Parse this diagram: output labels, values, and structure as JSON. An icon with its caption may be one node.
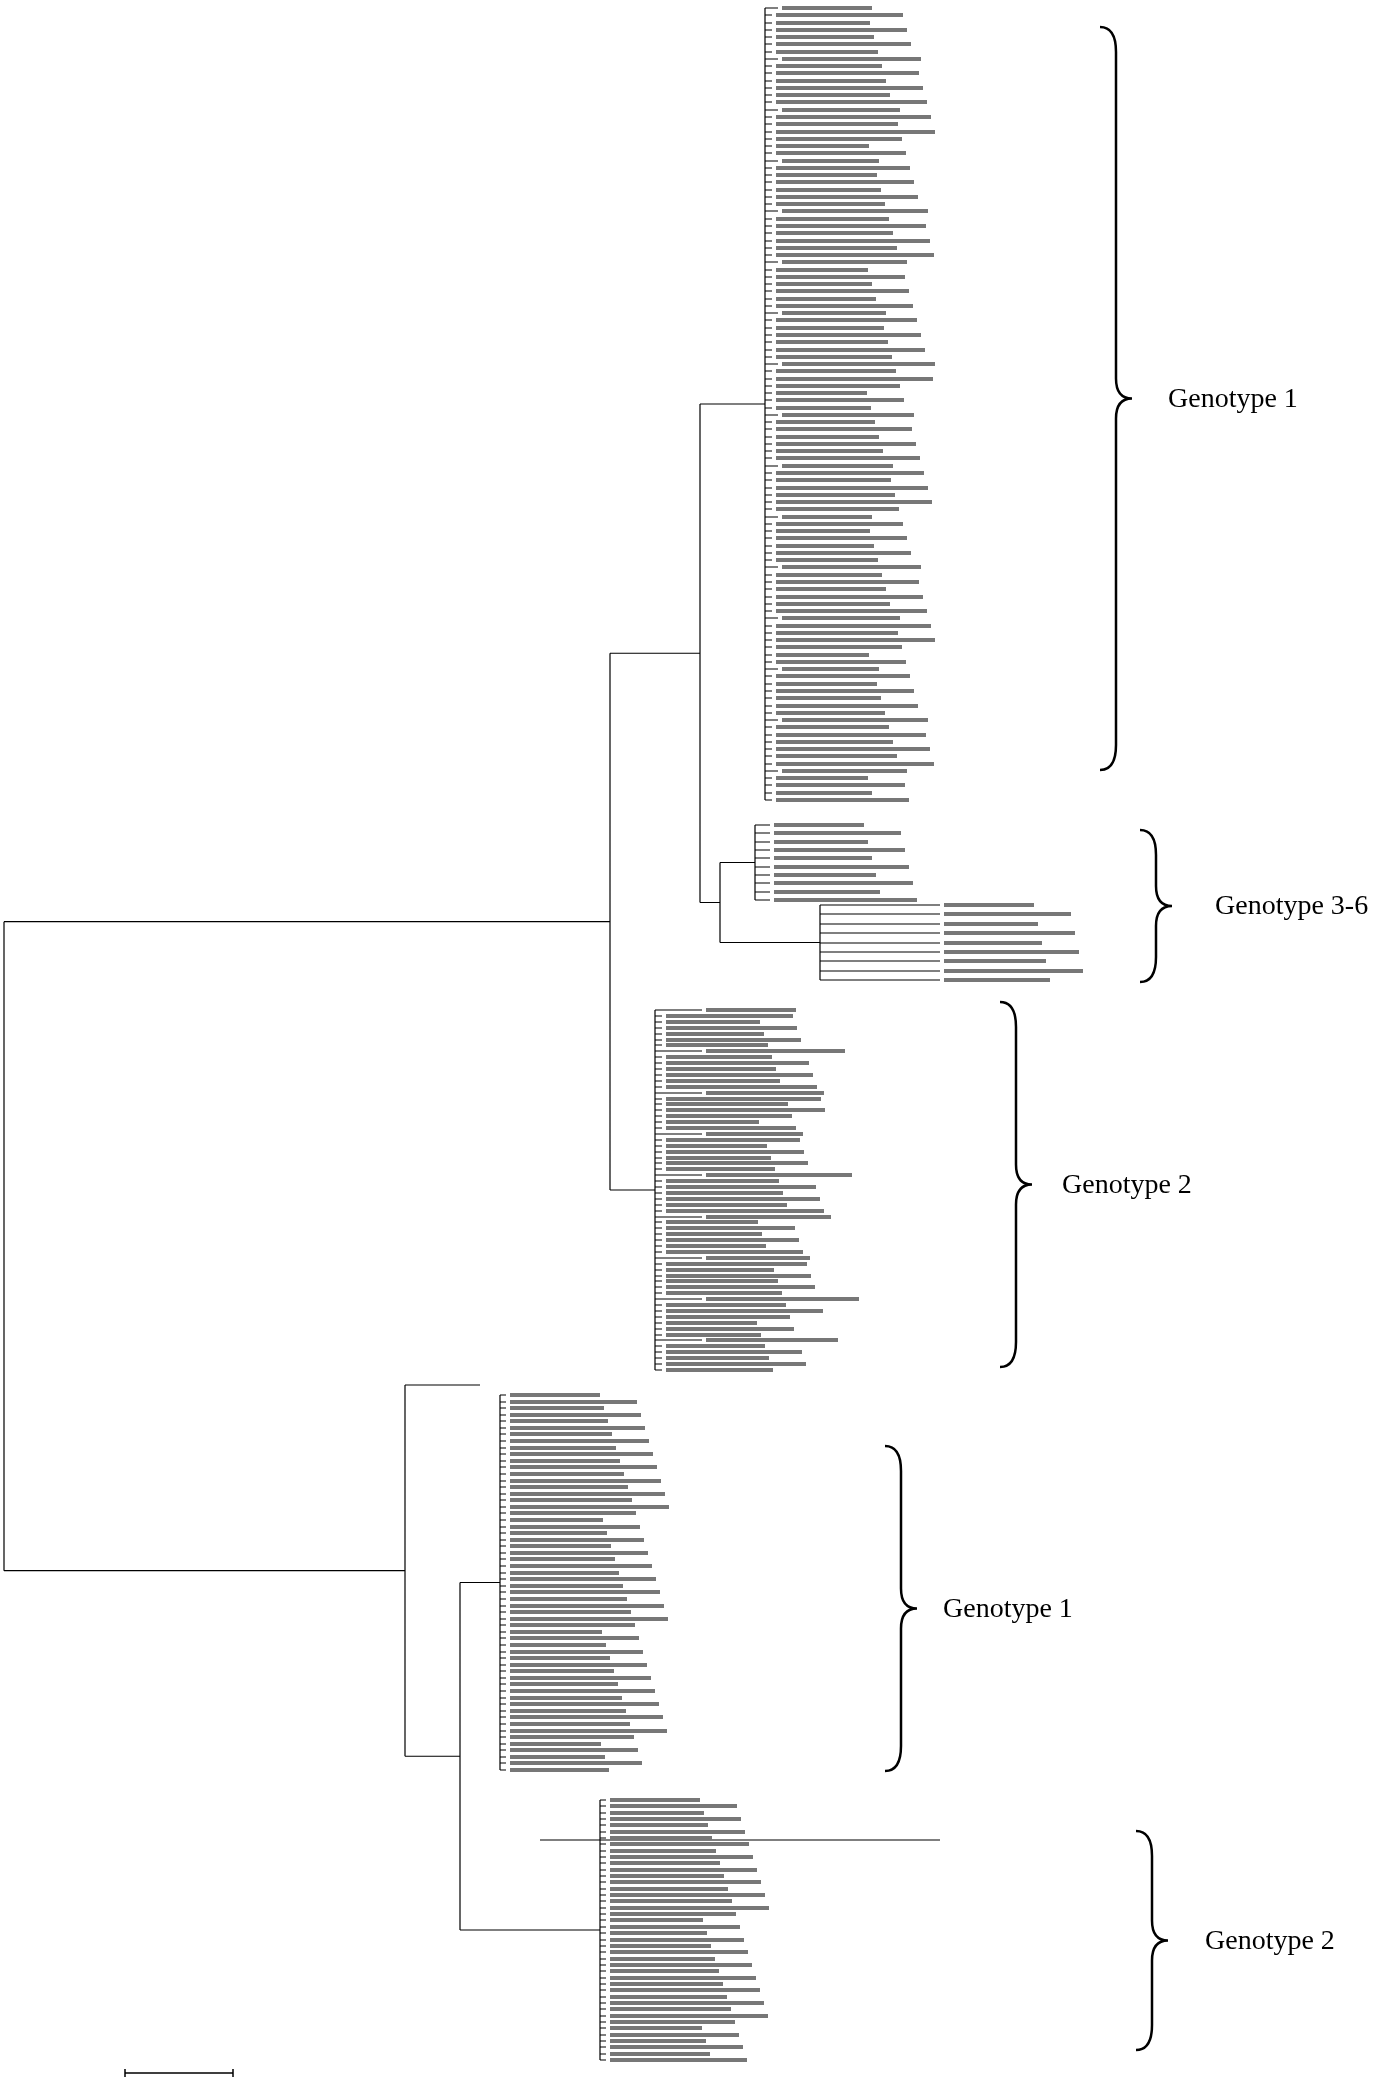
{
  "diagram": {
    "labels": [
      "Genotype 1",
      "Genotype 3-6",
      "Genotype 2",
      "Genotype 1",
      "Genotype 2"
    ]
  }
}
